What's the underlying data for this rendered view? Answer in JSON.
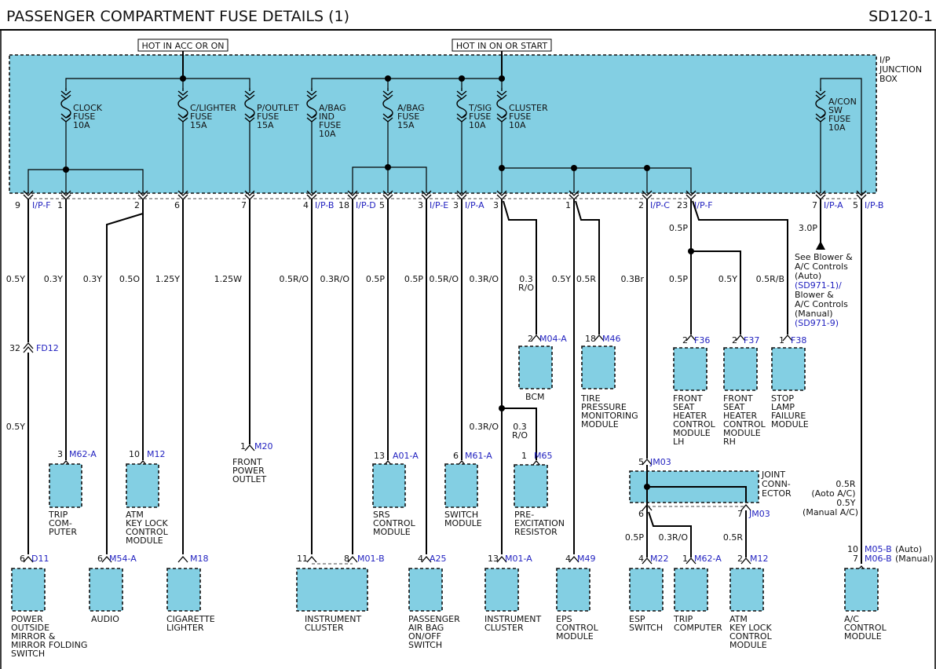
{
  "header": {
    "title": "PASSENGER COMPARTMENT FUSE DETAILS (1)",
    "code": "SD120-1"
  },
  "hot_labels": {
    "acc_on": "HOT IN ACC OR ON",
    "on_start": "HOT IN ON OR START"
  },
  "junction_box": [
    "I/P",
    "JUNCTION",
    "BOX"
  ],
  "fuses": {
    "clock": [
      "CLOCK",
      "FUSE",
      "10A"
    ],
    "clighter": [
      "C/LIGHTER",
      "FUSE",
      "15A"
    ],
    "poutlet": [
      "P/OUTLET",
      "FUSE",
      "15A"
    ],
    "abag_ind": [
      "A/BAG",
      "IND",
      "FUSE",
      "10A"
    ],
    "abag": [
      "A/BAG",
      "FUSE",
      "15A"
    ],
    "tsig": [
      "T/SIG",
      "FUSE",
      "10A"
    ],
    "cluster": [
      "CLUSTER",
      "FUSE",
      "10A"
    ],
    "acon": [
      "A/CON",
      "SW",
      "FUSE",
      "10A"
    ]
  },
  "pins": {
    "p9": "9",
    "p1a": "1",
    "p2a": "2",
    "p6": "6",
    "p7": "7",
    "p4": "4",
    "p18": "18",
    "p5": "5",
    "p3a": "3",
    "p3b": "3",
    "p3c": "3",
    "p1b": "1",
    "p2b": "2",
    "p23": "23",
    "p7b": "7",
    "p5b": "5",
    "p32": "32",
    "p3d": "3",
    "p10a": "10",
    "p1c": "1",
    "p13a": "13",
    "p6b": "6",
    "p1d": "1",
    "p2c": "2",
    "p18b": "18",
    "p2d": "2",
    "p2e": "2",
    "p1e": "1",
    "p5c": "5",
    "p6c": "6",
    "p7c": "7",
    "p6d": "6",
    "p6e": "6",
    "p11": "11",
    "p8": "8",
    "p4b": "4",
    "p13b": "13",
    "p4c": "4",
    "p4d": "4",
    "p1f": "1",
    "p2f": "2",
    "p10b": "10",
    "p7d": "7"
  },
  "connectors": {
    "ipf1": "I/P-F",
    "ipb1": "I/P-B",
    "ipd": "I/P-D",
    "ipe": "I/P-E",
    "ipa1": "I/P-A",
    "ipc": "I/P-C",
    "ipf2": "I/P-F",
    "ipa2": "I/P-A",
    "ipb2": "I/P-B",
    "fd12": "FD12",
    "m62a1": "M62-A",
    "m12a": "M12",
    "m20": "M20",
    "a01a": "A01-A",
    "m61a": "M61-A",
    "m04a": "M04-A",
    "m65": "M65",
    "m46": "M46",
    "f36": "F36",
    "f37": "F37",
    "f38": "F38",
    "jm03a": "JM03",
    "jm03b": "JM03",
    "d11": "D11",
    "m54a": "M54-A",
    "m18": "M18",
    "m01b": "M01-B",
    "a25": "A25",
    "m01a": "M01-A",
    "m49": "M49",
    "m22": "M22",
    "m62a2": "M62-A",
    "m12b": "M12",
    "m05b": "M05-B",
    "m06b": "M06-B"
  },
  "wires": {
    "w05y_a": "0.5Y",
    "w03y_a": "0.3Y",
    "w03y_b": "0.3Y",
    "w05o": "0.5O",
    "w125y": "1.25Y",
    "w125w": "1.25W",
    "w05ro_a": "0.5R/O",
    "w03ro_a": "0.3R/O",
    "w05p_a": "0.5P",
    "w05p_b": "0.5P",
    "w05ro_b": "0.5R/O",
    "w03ro_b": "0.3R/O",
    "w03ro_c": [
      "0.3",
      "R/O"
    ],
    "w05y_b": "0.5Y",
    "w05r_a": "0.5R",
    "w03br": "0.3Br",
    "w05p_c": "0.5P",
    "w05p_d": "0.5P",
    "w05y_c": "0.5Y",
    "w05rb": "0.5R/B",
    "w30p": "3.0P",
    "w05y_d": "0.5Y",
    "w03ro_d": "0.3R/O",
    "w03ro_e": [
      "0.3",
      "R/O"
    ],
    "w05p_e": "0.5P",
    "w03ro_f": "0.3R/O",
    "w05r_b": "0.5R",
    "w05r_c": [
      "0.5R",
      "(Aoto A/C)",
      "0.5Y",
      "(Manual A/C)"
    ]
  },
  "see_note": [
    "See Blower &",
    "A/C Controls",
    "(Auto)",
    "(SD971-1)/",
    "Blower &",
    "A/C Controls",
    "(Manual)",
    "(SD971-9)"
  ],
  "joint_connector": [
    "JOINT",
    "CONN-",
    "ECTOR"
  ],
  "a_c_suffix": {
    "auto": "(Auto)",
    "manual": "(Manual)"
  },
  "components": {
    "trip_computer_a": [
      "TRIP",
      "COM-",
      "PUTER"
    ],
    "atm_key_lock_a": [
      "ATM",
      "KEY LOCK",
      "CONTROL",
      "MODULE"
    ],
    "front_power_outlet": [
      "FRONT",
      "POWER",
      "OUTLET"
    ],
    "srs_control": [
      "SRS",
      "CONTROL",
      "MODULE"
    ],
    "switch_module": [
      "SWITCH",
      "MODULE"
    ],
    "bcm": [
      "BCM"
    ],
    "pre_excitation": [
      "PRE-",
      "EXCITATION",
      "RESISTOR"
    ],
    "tpms": [
      "TIRE",
      "PRESSURE",
      "MONITORING",
      "MODULE"
    ],
    "seat_heater_lh": [
      "FRONT",
      "SEAT",
      "HEATER",
      "CONTROL",
      "MODULE",
      "LH"
    ],
    "seat_heater_rh": [
      "FRONT",
      "SEAT",
      "HEATER",
      "CONTROL",
      "MODULE",
      "RH"
    ],
    "stop_lamp": [
      "STOP",
      "LAMP",
      "FAILURE",
      "MODULE"
    ],
    "power_mirror": [
      "POWER",
      "OUTSIDE",
      "MIRROR &",
      "MIRROR FOLDING",
      "SWITCH"
    ],
    "audio": [
      "AUDIO"
    ],
    "cigarette_lighter": [
      "CIGARETTE",
      "LIGHTER"
    ],
    "instrument_cluster_a": [
      "INSTRUMENT",
      "CLUSTER"
    ],
    "airbag_switch": [
      "PASSENGER",
      "AIR BAG",
      "ON/OFF",
      "SWITCH"
    ],
    "instrument_cluster_b": [
      "INSTRUMENT",
      "CLUSTER"
    ],
    "eps_control": [
      "EPS",
      "CONTROL",
      "MODULE"
    ],
    "esp_switch": [
      "ESP",
      "SWITCH"
    ],
    "trip_computer_b": [
      "TRIP",
      "COMPUTER"
    ],
    "atm_key_lock_b": [
      "ATM",
      "KEY LOCK",
      "CONTROL",
      "MODULE"
    ],
    "ac_control": [
      "A/C",
      "CONTROL",
      "MODULE"
    ]
  }
}
